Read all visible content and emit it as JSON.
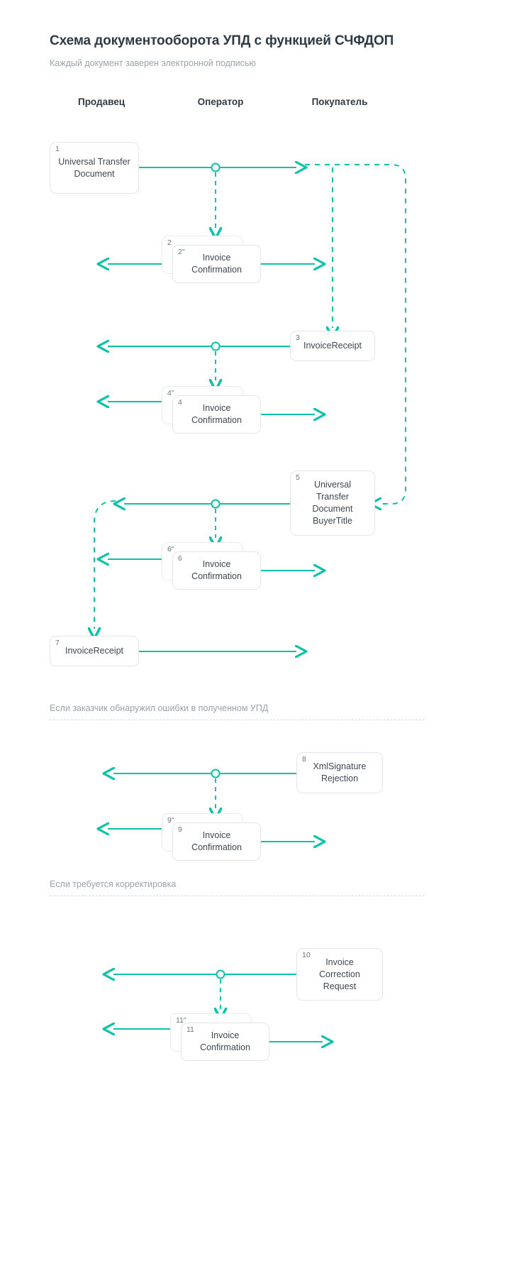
{
  "header": {
    "title": "Схема документооборота УПД с функцией СЧФДОП",
    "subtitle": "Каждый документ заверен электронной подписью"
  },
  "columns": [
    {
      "label": "Продавец"
    },
    {
      "label": "Оператор"
    },
    {
      "label": "Покупатель"
    }
  ],
  "nodes": [
    {
      "num": "1",
      "text": "Universal Transfer Document"
    },
    {
      "num": "2",
      "text": ""
    },
    {
      "num": "2\"",
      "text": "Invoice Confirmation"
    },
    {
      "num": "3",
      "text": "InvoiceReceipt"
    },
    {
      "num": "4\"",
      "text": ""
    },
    {
      "num": "4",
      "text": "Invoice Confirmation"
    },
    {
      "num": "5",
      "text": "Universal Transfer Document BuyerTitle"
    },
    {
      "num": "6\"",
      "text": ""
    },
    {
      "num": "6",
      "text": "Invoice Confirmation"
    },
    {
      "num": "7",
      "text": "InvoiceReceipt"
    },
    {
      "num": "8",
      "text": "XmlSignature Rejection"
    },
    {
      "num": "9\"",
      "text": ""
    },
    {
      "num": "9",
      "text": "Invoice Confirmation"
    },
    {
      "num": "10",
      "text": "Invoice Correction Request"
    },
    {
      "num": "11\"",
      "text": ""
    },
    {
      "num": "11",
      "text": "Invoice Confirmation"
    }
  ],
  "sections": [
    {
      "label": "Если заказчик обнаружил ошибки в полученном УПД"
    },
    {
      "label": "Если требуется корректировка"
    }
  ],
  "colors": {
    "accent": "#0ac2a8",
    "title": "#2f3a45",
    "muted": "#9aa3ab",
    "border": "#e3e6e8",
    "background": "#ffffff"
  }
}
